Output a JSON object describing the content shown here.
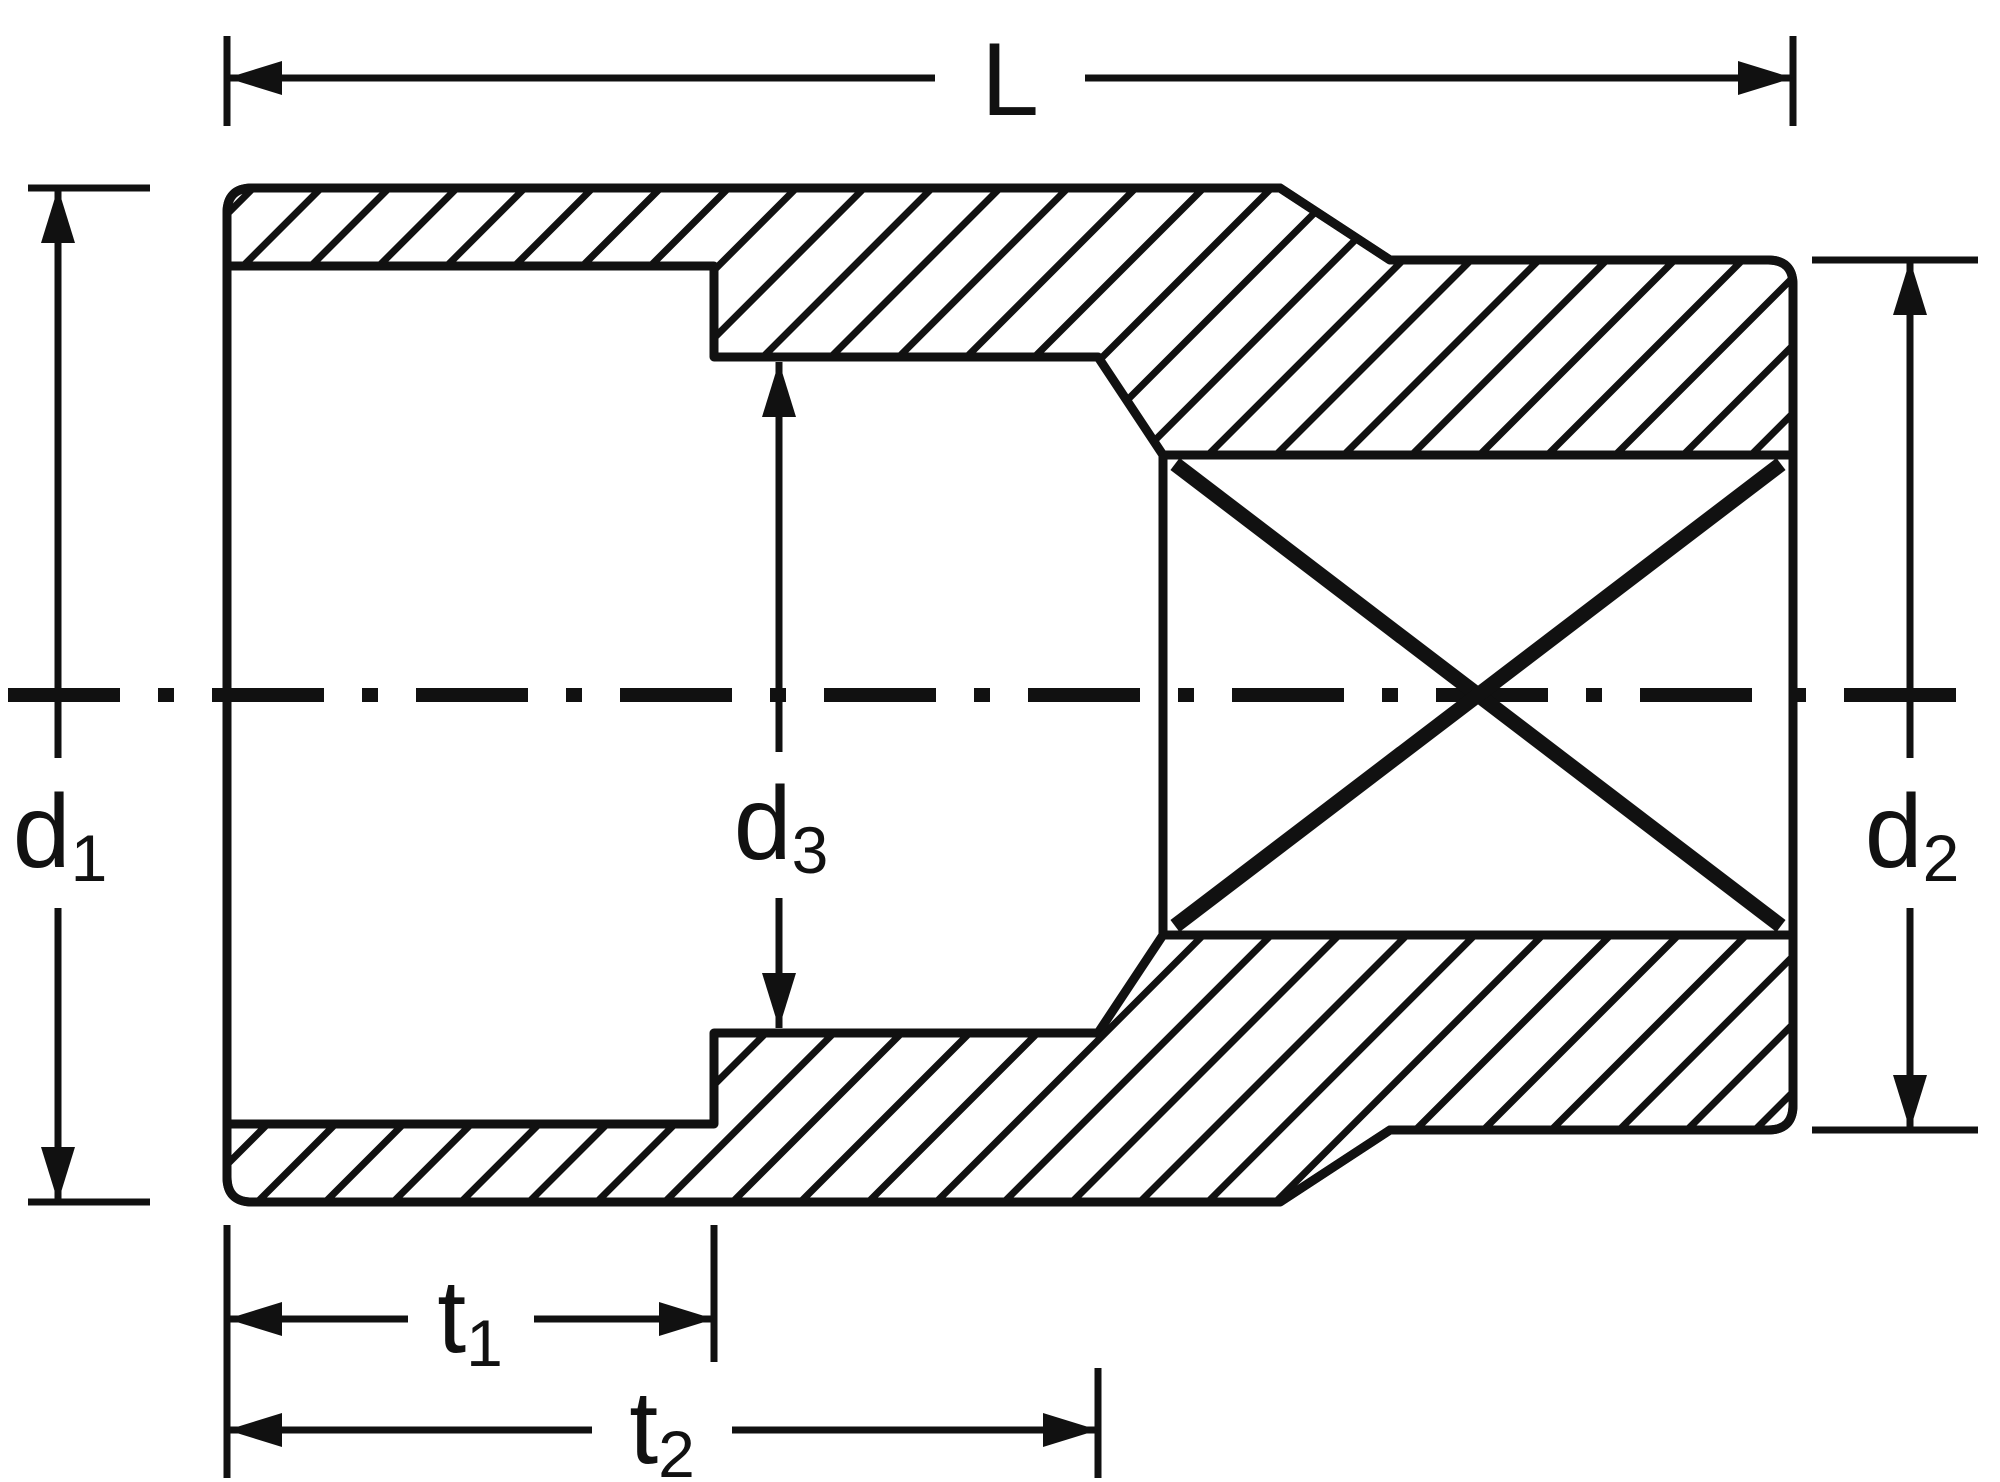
{
  "diagram": {
    "type": "technical-drawing",
    "description": "Cross-section drawing of a socket (square-drive socket wrench insert) with hatched walls, a dash-dot centerline, an X-marked square drive cavity, and dimension callouts",
    "colors": {
      "line": "#111111",
      "background": "#ffffff"
    },
    "dimensions": {
      "L": {
        "main": "L",
        "sub": ""
      },
      "d1": {
        "main": "d",
        "sub": "1"
      },
      "d2": {
        "main": "d",
        "sub": "2"
      },
      "d3": {
        "main": "d",
        "sub": "3"
      },
      "t1": {
        "main": "t",
        "sub": "1"
      },
      "t2": {
        "main": "t",
        "sub": "2"
      }
    }
  }
}
